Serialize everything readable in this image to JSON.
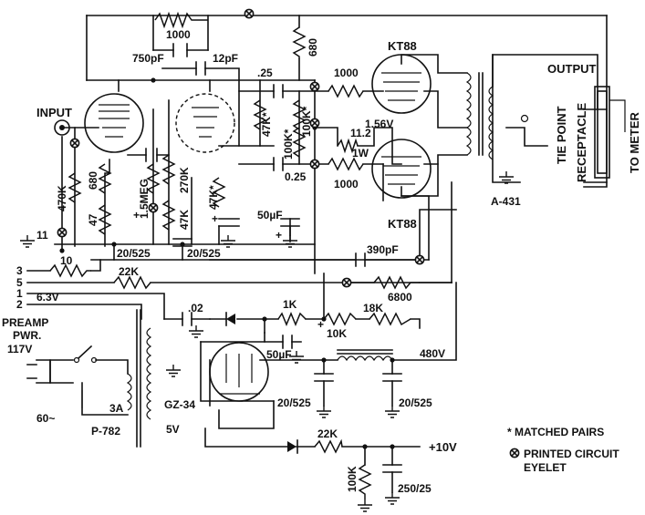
{
  "labels": {
    "input": "INPUT",
    "output": "OUTPUT",
    "tie_point": "TIE POINT",
    "receptacle": "RECEPTACLE",
    "to_meter": "TO METER",
    "tube_top": "KT88",
    "tube_bottom": "KT88",
    "out_transformer": "A-431",
    "power_transformer": "P-782",
    "rectifier": "GZ-34",
    "preamp": "PREAMP",
    "pwr": "PWR.",
    "mains_voltage": "117V",
    "mains_freq": "60~",
    "fuse": "3A",
    "fil_6v3": "6.3V",
    "fil_5v": "5V",
    "b_plus": "480V",
    "bias_out": "+10V",
    "screen_voltage": "1.56V",
    "term_3": "3",
    "term_5": "5",
    "term_1": "1",
    "term_2": "2",
    "term_11": "11",
    "plus_a": "+",
    "plus_b": "+",
    "plus_c": "+",
    "plus_d": "+"
  },
  "components": {
    "r_1000_top": "1000",
    "c_750pf": "750pF",
    "c_12pf": "12pF",
    "r_680_top": "680",
    "c_25_top": ".25",
    "r_47k_a": "47K*",
    "r_100k_a": "100K*",
    "r_100k_b": "100K*",
    "c_025_bot": "0.25",
    "r_1000_grid_top": "1000",
    "r_1000_grid_bot": "1000",
    "r_11_2": "11.2",
    "r_11_2_watt": "1W",
    "r_470k": "470K",
    "r_680_cath": "680",
    "r_47": "47",
    "r_1_5meg": "1.5MEG",
    "r_270k": "270K",
    "r_47k_b": "47K",
    "r_47k_c": "47K*",
    "c_50uf_a": "50µF",
    "c_20_525_a": "20/525",
    "c_20_525_b": "20/525",
    "c_390pf": "390pF",
    "r_10": "10",
    "r_22k_top": "22K",
    "r_6800": "6800",
    "c_02": ".02",
    "r_1k": "1K",
    "r_18k": "18K",
    "r_10k": "10K",
    "c_50uf_b": "50µF",
    "c_20_525_c": "20/525",
    "c_20_525_d": "20/525",
    "r_22k_bot": "22K",
    "r_100k_bias": "100K",
    "c_250_25": "250/25"
  },
  "legend": {
    "matched_pairs": "* MATCHED PAIRS",
    "eyelet_line1": "PRINTED CIRCUIT",
    "eyelet_line2": "EYELET"
  }
}
